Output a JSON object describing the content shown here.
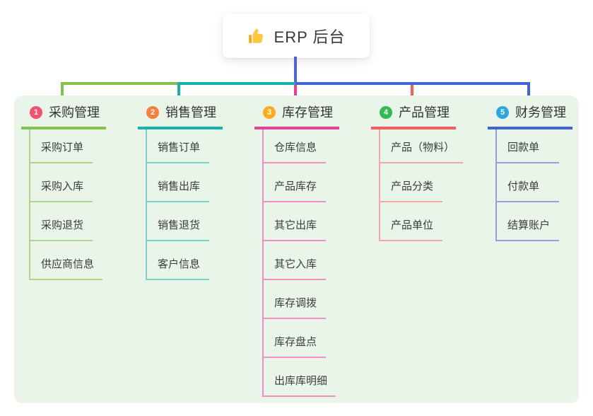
{
  "root": {
    "title": "ERP 后台",
    "icon": "thumbs-up-icon",
    "icon_color": "#FFC83D"
  },
  "panel": {
    "background": "#E9F5E8"
  },
  "connector": {
    "root_line_color": "#5064DA"
  },
  "branches": [
    {
      "num": "1",
      "label": "采购管理",
      "badge_color": "#F4516C",
      "line_color": "#86C14E",
      "child_line_color": "#ACD687",
      "children": [
        "采购订单",
        "采购入库",
        "采购退货",
        "供应商信息"
      ]
    },
    {
      "num": "2",
      "label": "销售管理",
      "badge_color": "#F8803B",
      "line_color": "#14B4AC",
      "child_line_color": "#7AD2CA",
      "children": [
        "销售订单",
        "销售出库",
        "销售退货",
        "客户信息"
      ]
    },
    {
      "num": "3",
      "label": "库存管理",
      "badge_color": "#FBAC1D",
      "line_color": "#EC3D96",
      "child_line_color": "#F48FC6",
      "children": [
        "仓库信息",
        "产品库存",
        "其它出库",
        "其它入库",
        "库存调拨",
        "库存盘点",
        "出库库明细"
      ]
    },
    {
      "num": "4",
      "label": "产品管理",
      "badge_color": "#33B852",
      "line_color": "#F75D5D",
      "child_line_color": "#F9A5A5",
      "children": [
        "产品（物料）",
        "产品分类",
        "产品单位"
      ]
    },
    {
      "num": "5",
      "label": "财务管理",
      "badge_color": "#2CA8E0",
      "line_color": "#4263D7",
      "child_line_color": "#90A3DF",
      "children": [
        "回款单",
        "付款单",
        "结算账户"
      ]
    }
  ],
  "layout_hints": {
    "bus_segment_color_sources": [
      0,
      1,
      4
    ]
  }
}
